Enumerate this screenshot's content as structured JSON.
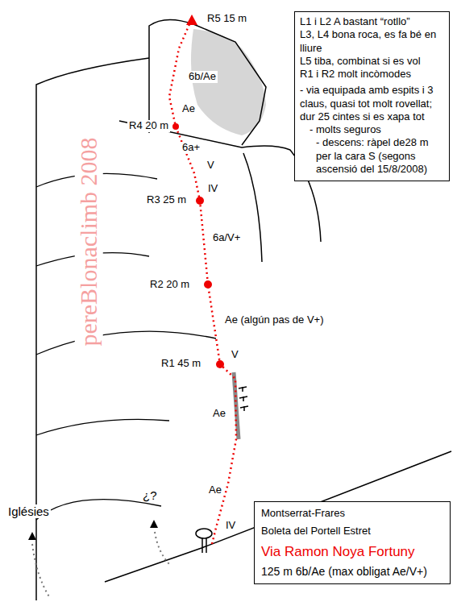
{
  "diagram": {
    "nodes": [
      {
        "text": [
          "L1 i L2 A bastant “rotllo”",
          "L3, L4 bona roca, es fa bé en lliure",
          "L5 tiba, combinat si es vol",
          "R1 i R2 molt incòmodes",
          "- via equipada amb espits i 3 claus, quasi tot molt rovellat; dur 25 cintes si es xapa tot",
          "- molts seguros",
          "- descens: ràpel de28 m per la cara S (segons ascensió del 15/8/2008)"
        ]
      },
      {
        "text": [
          "Montserrat-Frares",
          "Boleta del Portell Estret",
          "Via Ramon Noya Fortuny",
          "125 m 6b/Ae (max obligat Ae/V+)"
        ]
      }
    ],
    "labels": [
      "R5 15 m",
      "6b/Ae",
      "Ae",
      "R4 20 m",
      "6a+",
      "V",
      "IV",
      "R3 25 m",
      "6a/V+",
      "R2 20 m",
      "Ae (algún pas de V+)",
      "R1 45 m",
      "V",
      "Ae",
      "Ae",
      "IV",
      "Iglésies",
      "¿?",
      "pereBlonaclimb 2008"
    ]
  }
}
